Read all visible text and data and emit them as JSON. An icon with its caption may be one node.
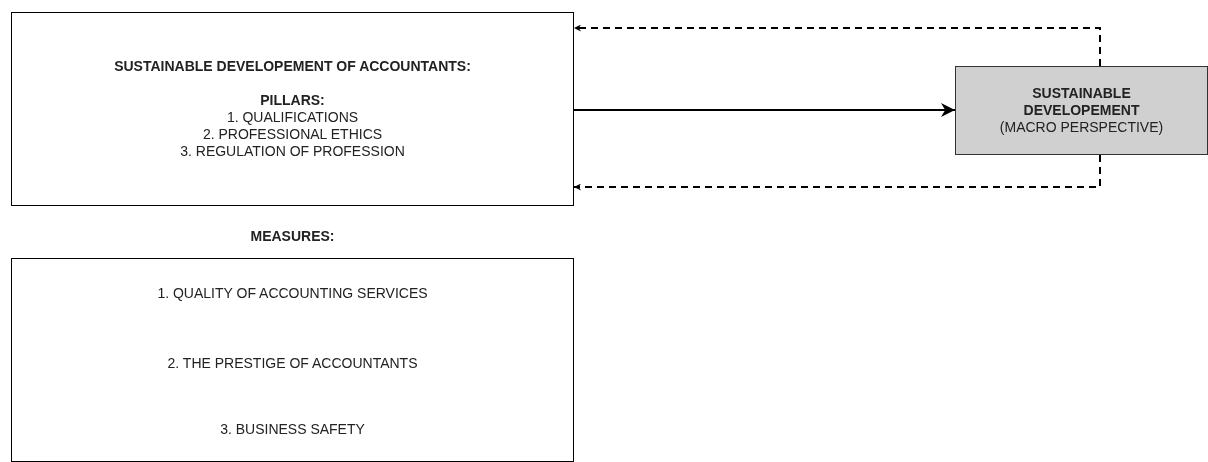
{
  "diagram": {
    "nodes": [
      {
        "text": [
          "SUSTAINABLE DEVELOPEMENT OF ACCOUNTANTS:",
          "PILLARS:",
          "1. QUALIFICATIONS",
          "2. PROFESSIONAL ETHICS",
          "3. REGULATION OF PROFESSION"
        ]
      },
      {
        "text": [
          "SUSTAINABLE DEVELOPEMENT",
          "(MACRO PERSPECTIVE)"
        ]
      },
      {
        "text": [
          "MEASURES:"
        ]
      },
      {
        "text": [
          "1. QUALITY OF ACCOUNTING SERVICES"
        ],
        "in": 2
      },
      {
        "text": [
          "2. THE PRESTIGE OF ACCOUNTANTS"
        ],
        "in": 2
      },
      {
        "text": [
          "3. BUSINESS SAFETY"
        ],
        "in": 2
      }
    ],
    "edges": [
      {
        "from": 0,
        "to": 1,
        "arrow": "to"
      },
      {
        "from": 1,
        "to": 0,
        "arrow": "to",
        "style": "dashed"
      },
      {
        "from": 1,
        "to": 0,
        "arrow": "to",
        "style": "dashed"
      }
    ]
  }
}
